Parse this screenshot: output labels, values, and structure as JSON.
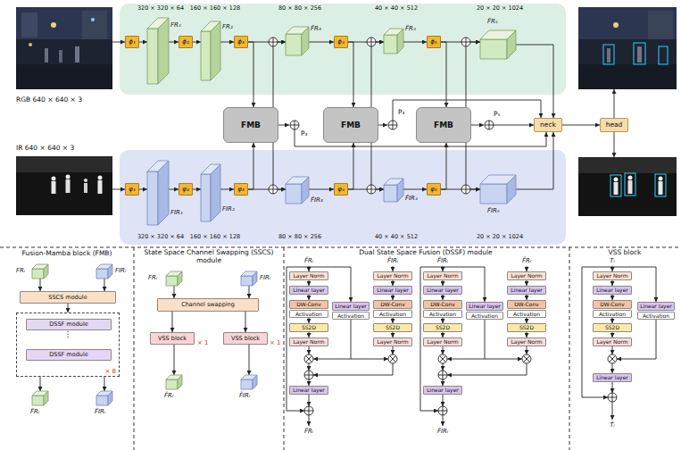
{
  "diagram": {
    "nodes": [
      {
        "text": [
          "RGB 640 × 640 × 3"
        ]
      },
      {
        "text": [
          "ϕ₁"
        ]
      },
      {
        "text": [
          "FR₁"
        ]
      },
      {
        "text": [
          "ϕ₂"
        ]
      },
      {
        "text": [
          "FR₂"
        ]
      },
      {
        "text": [
          "ϕ₃"
        ]
      },
      {
        "text": [
          "F̃R₃"
        ]
      },
      {
        "text": [
          "ϕ₄"
        ]
      },
      {
        "text": [
          "F̃R₄"
        ]
      },
      {
        "text": [
          "ϕ₅"
        ]
      },
      {
        "text": [
          "F̃R₅"
        ]
      },
      {
        "text": [
          "FMB"
        ]
      },
      {
        "text": [
          "FMB"
        ]
      },
      {
        "text": [
          "FMB"
        ]
      },
      {
        "text": [
          "neck"
        ]
      },
      {
        "text": [
          "head"
        ]
      },
      {
        "text": [
          "IR 640 × 640 × 3"
        ]
      },
      {
        "text": [
          "φ₁"
        ]
      },
      {
        "text": [
          "FIR₁"
        ]
      },
      {
        "text": [
          "φ₂"
        ]
      },
      {
        "text": [
          "FIR₂"
        ]
      },
      {
        "text": [
          "φ₃"
        ]
      },
      {
        "text": [
          "F̃IR₃"
        ]
      },
      {
        "text": [
          "φ₄"
        ]
      },
      {
        "text": [
          "F̃IR₄"
        ]
      },
      {
        "text": [
          "φ₅"
        ]
      },
      {
        "text": [
          "F̃IR₅"
        ]
      },
      {
        "text": [
          "FRᵢ"
        ]
      },
      {
        "text": [
          "FIRᵢ"
        ]
      },
      {
        "text": [
          "SSCS module"
        ]
      },
      {
        "text": [
          "× 8"
        ]
      },
      {
        "text": [
          "DSSF module"
        ],
        "in": 30
      },
      {
        "text": [
          "DSSF module"
        ],
        "in": 30
      },
      {
        "text": [
          "F̃Rᵢ"
        ]
      },
      {
        "text": [
          "F̃IRᵢ"
        ]
      },
      {
        "text": [
          "FRᵢ"
        ]
      },
      {
        "text": [
          "FIRᵢ"
        ]
      },
      {
        "text": [
          "Channel swapping"
        ]
      },
      {
        "text": [
          "VSS block"
        ]
      },
      {
        "text": [
          "VSS block"
        ]
      },
      {
        "text": [
          "F̄Rᵢ"
        ]
      },
      {
        "text": [
          "F̄IRᵢ"
        ]
      },
      {
        "text": [
          "Layer Norm"
        ]
      },
      {
        "text": [
          "Linear layer"
        ]
      },
      {
        "text": [
          "DW-Conv"
        ]
      },
      {
        "text": [
          "Activation"
        ]
      },
      {
        "text": [
          "SS2D"
        ]
      },
      {
        "text": [
          "Layer Norm"
        ]
      },
      {
        "text": [
          "Linear layer"
        ]
      },
      {
        "text": [
          "Activation"
        ]
      },
      {
        "text": [
          "Layer Norm"
        ]
      },
      {
        "text": [
          "Linear layer"
        ]
      },
      {
        "text": [
          "DW-Conv"
        ]
      },
      {
        "text": [
          "Activation"
        ]
      },
      {
        "text": [
          "SS2D"
        ]
      },
      {
        "text": [
          "Layer Norm"
        ]
      },
      {
        "text": [
          "Linear layer"
        ]
      },
      {
        "text": [
          "Layer Norm"
        ]
      },
      {
        "text": [
          "Linear layer"
        ]
      },
      {
        "text": [
          "DW-Conv"
        ]
      },
      {
        "text": [
          "Activation"
        ]
      },
      {
        "text": [
          "SS2D"
        ]
      },
      {
        "text": [
          "Layer Norm"
        ]
      },
      {
        "text": [
          "Linear layer"
        ]
      },
      {
        "text": [
          "Activation"
        ]
      },
      {
        "text": [
          "Layer Norm"
        ]
      },
      {
        "text": [
          "Linear layer"
        ]
      },
      {
        "text": [
          "DW-Conv"
        ]
      },
      {
        "text": [
          "Activation"
        ]
      },
      {
        "text": [
          "SS2D"
        ]
      },
      {
        "text": [
          "Layer Norm"
        ]
      },
      {
        "text": [
          "Linear layer"
        ]
      },
      {
        "text": [
          "Layer Norm"
        ]
      },
      {
        "text": [
          "Linear layer"
        ]
      },
      {
        "text": [
          "DW-Conv"
        ]
      },
      {
        "text": [
          "Activation"
        ]
      },
      {
        "text": [
          "SS2D"
        ]
      },
      {
        "text": [
          "Layer Norm"
        ]
      },
      {
        "text": [
          "Linear layer"
        ]
      },
      {
        "text": [
          "Activation"
        ]
      },
      {
        "text": [
          "Linear layer"
        ]
      }
    ],
    "edges": [
      {
        "from": 0,
        "to": 1,
        "arrow": "to"
      },
      {
        "from": 1,
        "to": 2,
        "arrow": "to"
      },
      {
        "from": 2,
        "to": 3,
        "arrow": "to"
      },
      {
        "from": 3,
        "to": 4,
        "arrow": "to"
      },
      {
        "from": 4,
        "to": 5,
        "arrow": "to"
      },
      {
        "from": 5,
        "to": 6,
        "arrow": "to"
      },
      {
        "from": 6,
        "to": 7,
        "arrow": "to"
      },
      {
        "from": 7,
        "to": 8,
        "arrow": "to"
      },
      {
        "from": 8,
        "to": 9,
        "arrow": "to"
      },
      {
        "from": 9,
        "to": 10,
        "arrow": "to"
      },
      {
        "from": 16,
        "to": 17,
        "arrow": "to"
      },
      {
        "from": 17,
        "to": 18,
        "arrow": "to"
      },
      {
        "from": 18,
        "to": 19,
        "arrow": "to"
      },
      {
        "from": 19,
        "to": 20,
        "arrow": "to"
      },
      {
        "from": 20,
        "to": 21,
        "arrow": "to"
      },
      {
        "from": 21,
        "to": 22,
        "arrow": "to"
      },
      {
        "from": 22,
        "to": 23,
        "arrow": "to"
      },
      {
        "from": 23,
        "to": 24,
        "arrow": "to"
      },
      {
        "from": 24,
        "to": 25,
        "arrow": "to"
      },
      {
        "from": 25,
        "to": 26,
        "arrow": "to"
      },
      {
        "from": 5,
        "to": 11,
        "arrow": "to"
      },
      {
        "from": 11,
        "to": 6,
        "arrow": "to"
      },
      {
        "from": 21,
        "to": 11,
        "arrow": "to"
      },
      {
        "from": 11,
        "to": 22,
        "arrow": "to"
      },
      {
        "from": 7,
        "to": 12,
        "arrow": "to"
      },
      {
        "from": 12,
        "to": 8,
        "arrow": "to"
      },
      {
        "from": 23,
        "to": 12,
        "arrow": "to"
      },
      {
        "from": 12,
        "to": 24,
        "arrow": "to"
      },
      {
        "from": 9,
        "to": 13,
        "arrow": "to"
      },
      {
        "from": 13,
        "to": 10,
        "arrow": "to"
      },
      {
        "from": 25,
        "to": 13,
        "arrow": "to"
      },
      {
        "from": 13,
        "to": 26,
        "arrow": "to"
      },
      {
        "from": 10,
        "to": 14,
        "arrow": "to"
      },
      {
        "from": 26,
        "to": 14,
        "arrow": "to"
      },
      {
        "from": 14,
        "to": 15,
        "arrow": "to"
      },
      {
        "from": 27,
        "to": 29,
        "arrow": "to"
      },
      {
        "from": 28,
        "to": 29,
        "arrow": "to"
      },
      {
        "from": 29,
        "to": 30,
        "arrow": "to"
      },
      {
        "from": 30,
        "to": 33,
        "arrow": "to"
      },
      {
        "from": 30,
        "to": 34,
        "arrow": "to"
      },
      {
        "from": 35,
        "to": 37,
        "arrow": "to"
      },
      {
        "from": 36,
        "to": 37,
        "arrow": "to"
      },
      {
        "from": 37,
        "to": 38,
        "arrow": "to"
      },
      {
        "from": 37,
        "to": 39,
        "arrow": "to"
      },
      {
        "from": 38,
        "to": 40,
        "arrow": "to"
      },
      {
        "from": 39,
        "to": 41,
        "arrow": "to"
      },
      {
        "from": 42,
        "to": 43,
        "arrow": "to"
      },
      {
        "from": 43,
        "to": 44,
        "arrow": "to"
      },
      {
        "from": 45,
        "to": 46,
        "arrow": "to"
      },
      {
        "from": 46,
        "to": 47,
        "arrow": "to"
      },
      {
        "from": 50,
        "to": 51,
        "arrow": "to"
      },
      {
        "from": 51,
        "to": 52,
        "arrow": "to"
      },
      {
        "from": 53,
        "to": 54,
        "arrow": "to"
      },
      {
        "from": 54,
        "to": 55,
        "arrow": "to"
      },
      {
        "from": 57,
        "to": 58,
        "arrow": "to"
      },
      {
        "from": 58,
        "to": 59,
        "arrow": "to"
      },
      {
        "from": 60,
        "to": 61,
        "arrow": "to"
      },
      {
        "from": 61,
        "to": 62,
        "arrow": "to"
      },
      {
        "from": 65,
        "to": 66,
        "arrow": "to"
      },
      {
        "from": 66,
        "to": 67,
        "arrow": "to"
      },
      {
        "from": 68,
        "to": 69,
        "arrow": "to"
      },
      {
        "from": 69,
        "to": 70,
        "arrow": "to"
      },
      {
        "from": 72,
        "to": 73,
        "arrow": "to"
      },
      {
        "from": 73,
        "to": 74,
        "arrow": "to"
      },
      {
        "from": 75,
        "to": 76,
        "arrow": "to"
      },
      {
        "from": 76,
        "to": 77,
        "arrow": "to"
      }
    ],
    "labels": [
      "320 × 320 × 64",
      "160 × 160 × 128",
      "80 × 80 × 256",
      "40 × 40 × 512",
      "20 × 20 × 1024",
      "P₃",
      "P₄",
      "P₅",
      "320 × 320 × 64",
      "160 × 160 × 128",
      "80 × 80 × 256",
      "40 × 40 × 512",
      "20 × 20 × 1024",
      "Fusion-Mamba block (FMB)",
      "⋮",
      "State Space Channel Swapping (SSCS) module",
      "× 1",
      "× 1",
      "Dual State Space Fusion (DSSF) module",
      "F̄Rᵢ",
      "F̄IRᵢ",
      "F̄IRᵢ",
      "F̄Rᵢ",
      "F̃Rᵢ",
      "F̃IRᵢ",
      "VSS block",
      "Tᵢ",
      "T̄ᵢ"
    ]
  }
}
